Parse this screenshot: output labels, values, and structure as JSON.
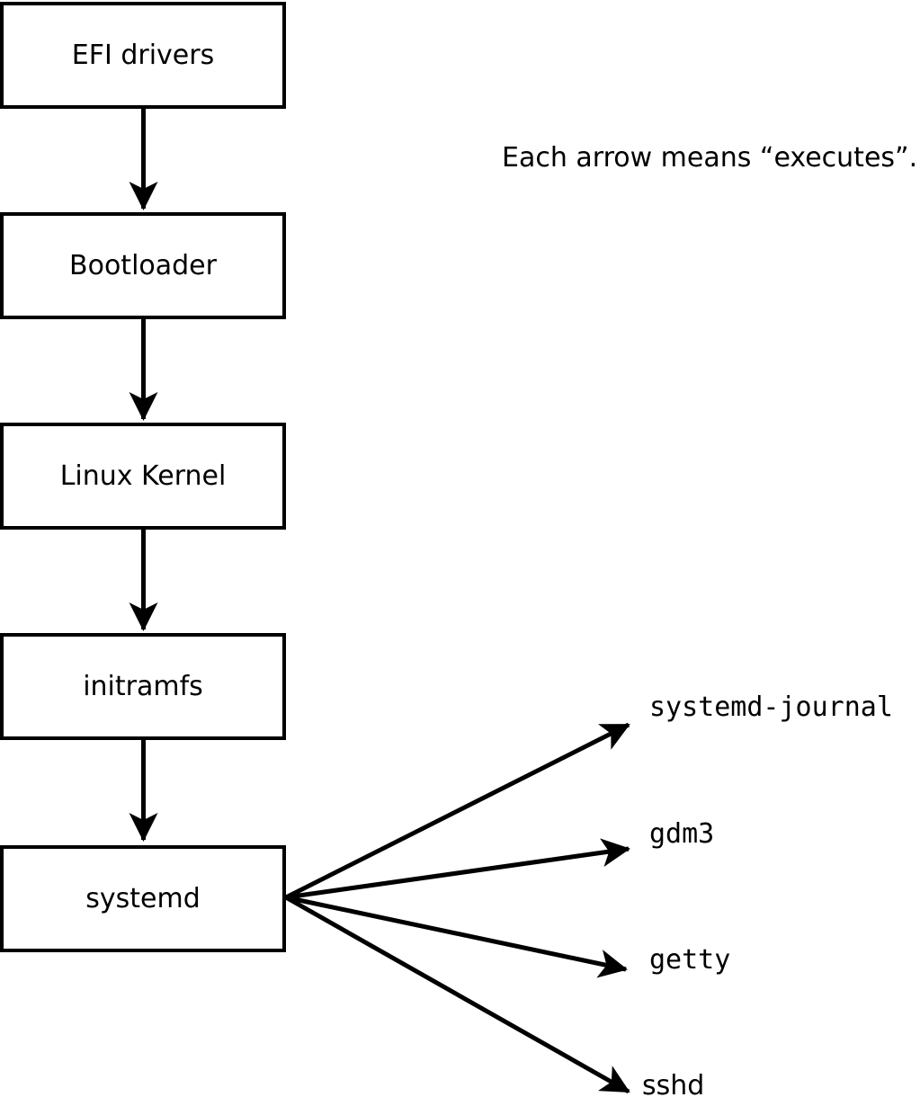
{
  "diagram": {
    "note": "Each arrow means “executes”.",
    "chain": [
      {
        "label": "EFI drivers"
      },
      {
        "label": "Bootloader"
      },
      {
        "label": "Linux Kernel"
      },
      {
        "label": "initramfs"
      },
      {
        "label": "systemd"
      }
    ],
    "spawned_processes": [
      {
        "label": "systemd-journal"
      },
      {
        "label": "gdm3"
      },
      {
        "label": "getty"
      },
      {
        "label": "sshd"
      }
    ],
    "colors": {
      "ink": "#000000",
      "background": "#ffffff"
    }
  }
}
